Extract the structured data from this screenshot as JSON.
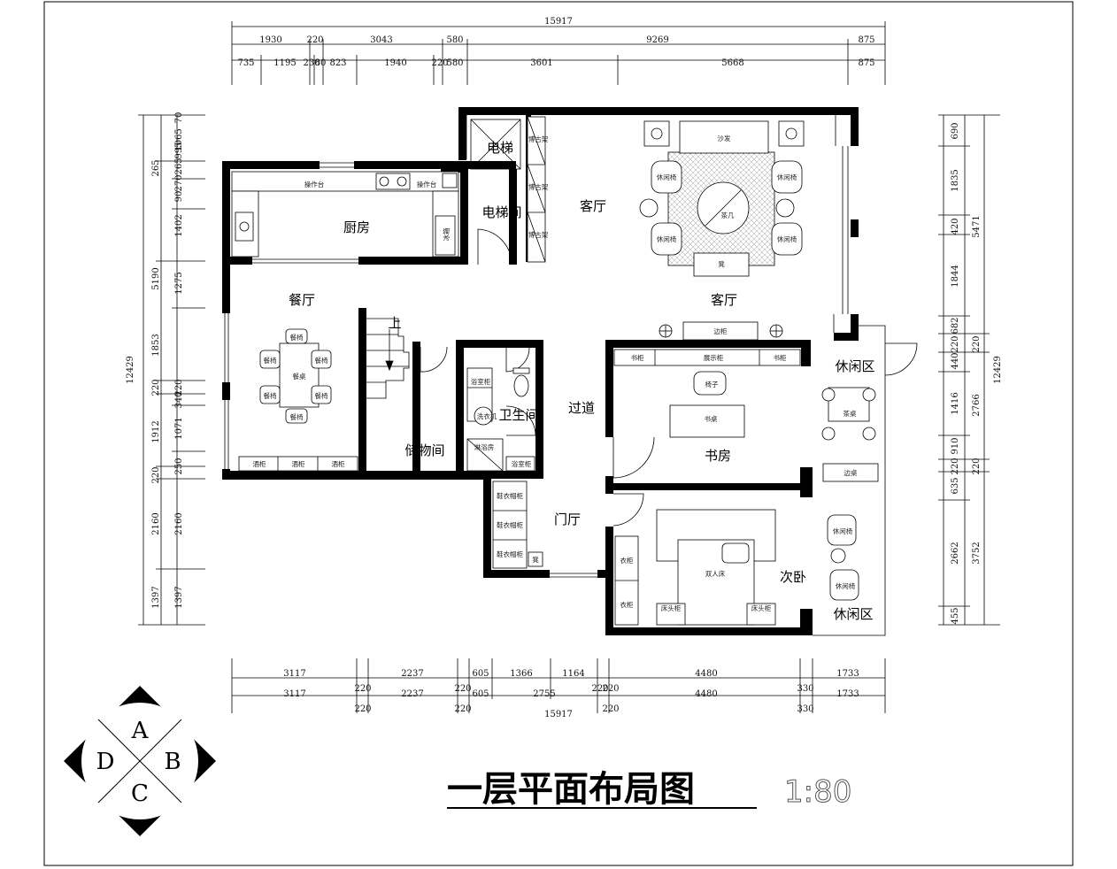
{
  "title": "一层平面布局图",
  "scale": "1:80",
  "compass": {
    "a": "A",
    "b": "B",
    "c": "C",
    "d": "D"
  },
  "dims": {
    "top_total": "15917",
    "top_row1": [
      "1930",
      "220",
      "3043",
      "580",
      "9269",
      "875"
    ],
    "top_row2": [
      "735",
      "1195",
      "230",
      "80",
      "823",
      "1940",
      "220",
      "580",
      "3601",
      "5668",
      "875"
    ],
    "bottom_row1": [
      "3117",
      "2237",
      "605",
      "1366",
      "1164",
      "4480",
      "1733"
    ],
    "bottom_row2": [
      "3117",
      "220",
      "2237",
      "220",
      "605",
      "2755",
      "220",
      "220",
      "4480",
      "330",
      "1733"
    ],
    "bottom_row3": [
      "220",
      "220",
      "220",
      "330"
    ],
    "bottom_total": "15917",
    "left_total": "12429",
    "left_outer": [
      "265",
      "5190",
      "1853",
      "220",
      "1912",
      "220",
      "2160",
      "1397"
    ],
    "left_inner": [
      "70",
      "1065",
      "995",
      "265",
      "270",
      "90",
      "1402",
      "1275",
      "220",
      "340",
      "1071",
      "250",
      "2160",
      "1397"
    ],
    "right_outer": [
      "5471",
      "220",
      "2766",
      "220",
      "12429"
    ],
    "right_inner": [
      "690",
      "1835",
      "420",
      "1844",
      "682",
      "220",
      "440",
      "1416",
      "910",
      "220",
      "635",
      "2662",
      "3752",
      "455"
    ]
  },
  "rooms": {
    "elevator": "电梯",
    "elevator_room": "电梯间",
    "kitchen": "厨房",
    "living_upper": "客厅",
    "living_lower": "客厅",
    "dining": "餐厅",
    "storage": "储物间",
    "bathroom": "卫生间",
    "corridor": "过道",
    "study": "书房",
    "leisure_upper": "休闲区",
    "foyer": "门厅",
    "second_bedroom": "次卧",
    "leisure_lower": "休闲区",
    "stair_up": "上"
  },
  "furniture": {
    "counter1": "操作台",
    "counter2": "操作台",
    "fridge": "冰箱",
    "curio1": "博古架",
    "curio2": "博古架",
    "curio3": "博古架",
    "sofa": "沙发",
    "armchair1": "休闲椅",
    "armchair2": "休闲椅",
    "armchair3": "休闲椅",
    "armchair4": "休闲椅",
    "tea_table": "茶几",
    "stool": "凳",
    "side_cabinet": "边柜",
    "chair1": "餐椅",
    "chair2": "餐椅",
    "chair3": "餐椅",
    "chair4": "餐椅",
    "chair5": "餐椅",
    "chair6": "餐椅",
    "dining_table": "餐桌",
    "wine1": "酒柜",
    "wine2": "酒柜",
    "wine3": "酒柜",
    "bath_cab1": "浴室柜",
    "bath_cab2": "浴室柜",
    "washer": "洗衣机",
    "shower": "淋浴房",
    "bookcase1": "书柜",
    "display_cab": "展示柜",
    "bookcase2": "书柜",
    "desk_chair": "椅子",
    "desk": "书桌",
    "tea_table2": "茶桌",
    "side_table": "边桌",
    "shoe1": "鞋衣帽柜",
    "shoe2": "鞋衣帽柜",
    "shoe3": "鞋衣帽柜",
    "stool2": "凳",
    "wardrobe1": "衣柜",
    "wardrobe2": "衣柜",
    "double_bed": "双人床",
    "nightstand1": "床头柜",
    "nightstand2": "床头柜",
    "armchair5": "休闲椅",
    "armchair6": "休闲椅"
  }
}
